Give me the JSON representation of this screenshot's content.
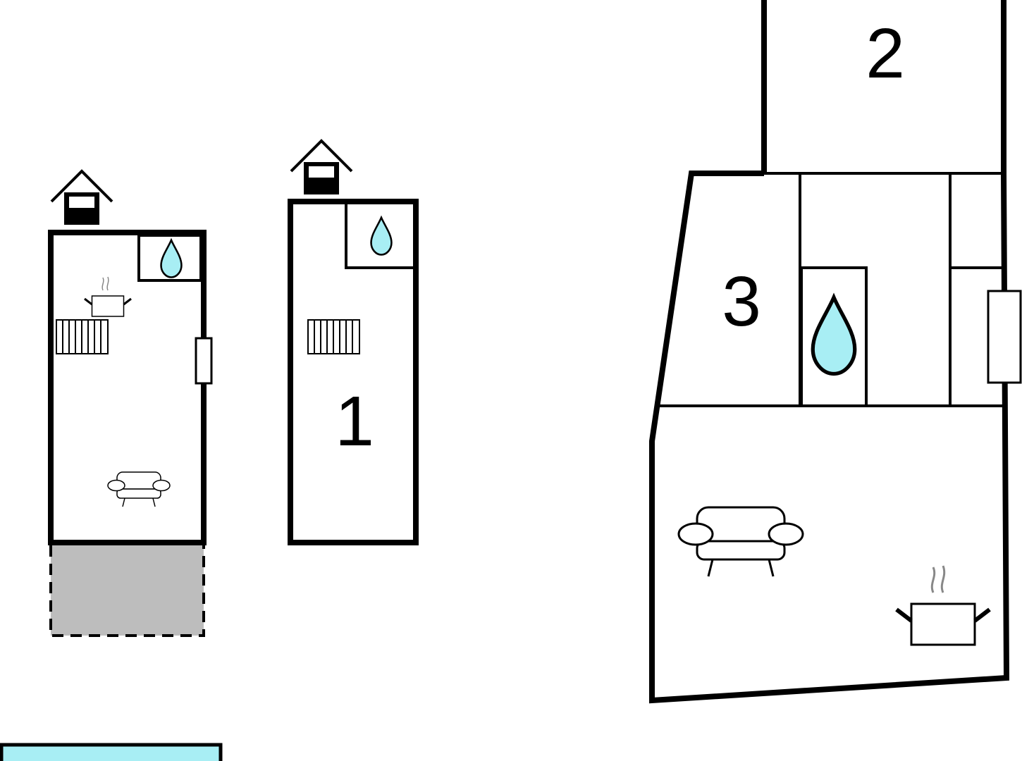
{
  "rooms": {
    "room_1": "1",
    "room_2": "2",
    "room_3": "3"
  },
  "icons": {
    "entrance": "house-entrance-icon",
    "bathroom": "water-drop-icon",
    "kitchen": "cooking-pot-icon",
    "living": "sofa-icon",
    "heater": "radiator-icon",
    "window": "window-icon"
  },
  "colors": {
    "water": "#a8eef4",
    "terrace": "#bdbdbd",
    "pool": "#a8eef4",
    "wall": "#000000"
  }
}
